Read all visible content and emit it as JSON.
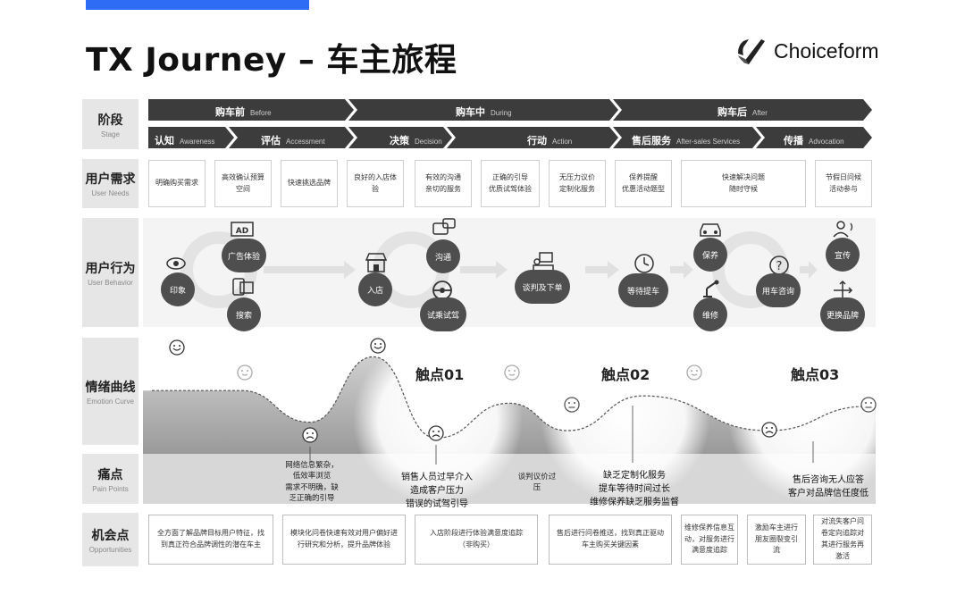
{
  "title": "TX Journey – 车主旅程",
  "logo": {
    "text": "Choiceform"
  },
  "rows": {
    "stage": {
      "zh": "阶段",
      "en": "Stage"
    },
    "needs": {
      "zh": "用户需求",
      "en": "User Needs"
    },
    "behavior": {
      "zh": "用户行为",
      "en": "User Behavior"
    },
    "emotion": {
      "zh": "情绪曲线",
      "en": "Emotion Curve"
    },
    "pain": {
      "zh": "痛点",
      "en": "Pain Points"
    },
    "opp": {
      "zh": "机会点",
      "en": "Opportunities"
    }
  },
  "phases": [
    {
      "zh": "购车前",
      "en": "Before"
    },
    {
      "zh": "购车中",
      "en": "During"
    },
    {
      "zh": "购车后",
      "en": "After"
    }
  ],
  "substages": [
    {
      "zh": "认知",
      "en": "Awareness"
    },
    {
      "zh": "评估",
      "en": "Accessment"
    },
    {
      "zh": "决策",
      "en": "Decision"
    },
    {
      "zh": "行动",
      "en": "Action"
    },
    {
      "zh": "售后服务",
      "en": "After-sales Services"
    },
    {
      "zh": "传播",
      "en": "Advocation"
    }
  ],
  "needs": [
    "明确购买需求",
    "高效确认预算\n空间",
    "快速挑选品牌",
    "良好的入店体\n验",
    "有效的沟通\n亲切的服务",
    "正确的引导\n优质试驾体验",
    "无压力议价\n定制化服务",
    "保养提醒\n优惠活动题型",
    "快速解决问题\n随时守候",
    "节假日问候\n活动参与"
  ],
  "behaviors": {
    "impression": "印象",
    "ad": "广告体验",
    "search": "搜索",
    "enter": "入店",
    "communicate": "沟通",
    "testdrive": "试乘试驾",
    "negotiate": "谈判及下单",
    "wait": "等待提车",
    "maintain": "保养",
    "repair": "维修",
    "consult": "用车咨询",
    "promote": "宣传",
    "switch": "更换品牌",
    "ad_icon_text": "AD"
  },
  "touchpoints": [
    "触点01",
    "触点02",
    "触点03"
  ],
  "pains": {
    "p1": "网络信息繁杂，\n低效率浏览\n需求不明确，缺\n乏正确的引导",
    "p2": "销售人员过早介入\n造成客户压力\n错误的试驾引导",
    "p3": "谈判议价过\n压",
    "p4": "缺乏定制化服务\n提车等待时间过长\n维修保养缺乏服务监督",
    "p5": "售后咨询无人应答\n客户对品牌信任度低"
  },
  "opps": [
    "全方面了解品牌目标用户特征，找\n到真正符合品牌调性的潜在车主",
    "模块化问卷快速有效对用户偏好进\n行研究和分析，提升品牌体验",
    "入店阶段进行体验满意度追踪\n（非购买）",
    "售后进行问卷推送，找到真正驱动\n车主购买关键因素",
    "维修保养信息互\n动，对服务进行\n满意度追踪",
    "激励车主进行\n朋友圈裂变引\n流",
    "对流失客户问\n卷定向追踪对\n其进行服务再\n激活"
  ],
  "emotion_levels": [
    0.6,
    0.6,
    0.3,
    0.92,
    0.15,
    0.48,
    0.22,
    0.55,
    0.22,
    0.45
  ]
}
